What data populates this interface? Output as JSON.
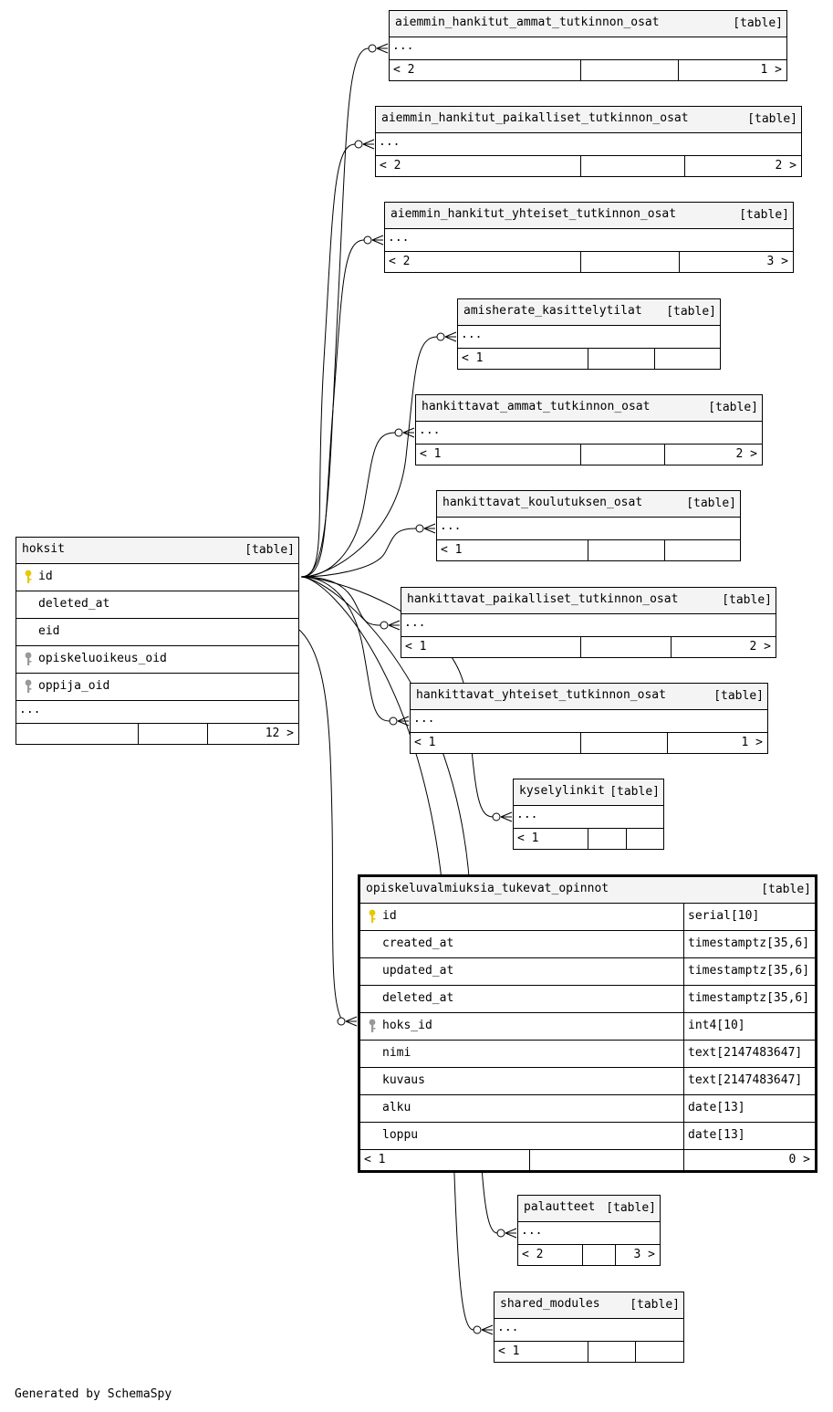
{
  "colors": {
    "primary_key": "#e6c800",
    "foreign_key": "#999999",
    "header_bg": "#f4f4f4"
  },
  "hoksit": {
    "name": "hoksit",
    "type": "[table]",
    "columns": [
      {
        "name": "id",
        "key": "primary"
      },
      {
        "name": "deleted_at",
        "key": ""
      },
      {
        "name": "eid",
        "key": ""
      },
      {
        "name": "opiskeluoikeus_oid",
        "key": "foreign"
      },
      {
        "name": "oppija_oid",
        "key": "foreign"
      }
    ],
    "ellipsis": "...",
    "children_label": "12 >"
  },
  "focus": {
    "name": "opiskeluvalmiuksia_tukevat_opinnot",
    "type": "[table]",
    "columns": [
      {
        "name": "id",
        "type": "serial[10]",
        "key": "primary"
      },
      {
        "name": "created_at",
        "type": "timestamptz[35,6]",
        "key": ""
      },
      {
        "name": "updated_at",
        "type": "timestamptz[35,6]",
        "key": ""
      },
      {
        "name": "deleted_at",
        "type": "timestamptz[35,6]",
        "key": ""
      },
      {
        "name": "hoks_id",
        "type": "int4[10]",
        "key": "foreign"
      },
      {
        "name": "nimi",
        "type": "text[2147483647]",
        "key": ""
      },
      {
        "name": "kuvaus",
        "type": "text[2147483647]",
        "key": ""
      },
      {
        "name": "alku",
        "type": "date[13]",
        "key": ""
      },
      {
        "name": "loppu",
        "type": "date[13]",
        "key": ""
      }
    ],
    "parents_label": "< 1",
    "children_label": "0 >"
  },
  "related_tables": [
    {
      "name": "aiemmin_hankitut_ammat_tutkinnon_osat",
      "type": "[table]",
      "ellipsis": "...",
      "parents": "< 2",
      "children": "1 >"
    },
    {
      "name": "aiemmin_hankitut_paikalliset_tutkinnon_osat",
      "type": "[table]",
      "ellipsis": "...",
      "parents": "< 2",
      "children": "2 >"
    },
    {
      "name": "aiemmin_hankitut_yhteiset_tutkinnon_osat",
      "type": "[table]",
      "ellipsis": "...",
      "parents": "< 2",
      "children": "3 >"
    },
    {
      "name": "amisherate_kasittelytilat",
      "type": "[table]",
      "ellipsis": "...",
      "parents": "< 1",
      "children": ""
    },
    {
      "name": "hankittavat_ammat_tutkinnon_osat",
      "type": "[table]",
      "ellipsis": "...",
      "parents": "< 1",
      "children": "2 >"
    },
    {
      "name": "hankittavat_koulutuksen_osat",
      "type": "[table]",
      "ellipsis": "...",
      "parents": "< 1",
      "children": ""
    },
    {
      "name": "hankittavat_paikalliset_tutkinnon_osat",
      "type": "[table]",
      "ellipsis": "...",
      "parents": "< 1",
      "children": "2 >"
    },
    {
      "name": "hankittavat_yhteiset_tutkinnon_osat",
      "type": "[table]",
      "ellipsis": "...",
      "parents": "< 1",
      "children": "1 >"
    },
    {
      "name": "kyselylinkit",
      "type": "[table]",
      "ellipsis": "...",
      "parents": "< 1",
      "children": ""
    },
    {
      "name": "palautteet",
      "type": "[table]",
      "ellipsis": "...",
      "parents": "< 2",
      "children": "3 >"
    },
    {
      "name": "shared_modules",
      "type": "[table]",
      "ellipsis": "...",
      "parents": "< 1",
      "children": ""
    }
  ],
  "footer": "Generated by SchemaSpy"
}
